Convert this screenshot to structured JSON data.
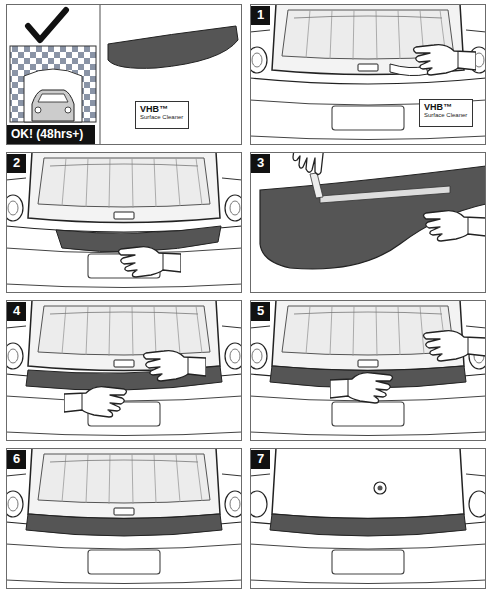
{
  "diagram": {
    "nodes": [
      {
        "text": [
          "OK! (48hrs+)"
        ]
      },
      {
        "text": [
          "VHB™",
          "Surface Cleaner"
        ],
        "in": 0
      },
      {
        "text": [
          "1"
        ]
      },
      {
        "text": [
          "VHB™",
          "Surface Cleaner"
        ],
        "in": 2
      },
      {
        "text": [
          "2"
        ]
      },
      {
        "text": [
          "3"
        ]
      },
      {
        "text": [
          "4"
        ]
      },
      {
        "text": [
          "5"
        ]
      },
      {
        "text": [
          "6"
        ]
      },
      {
        "text": [
          "7"
        ]
      }
    ]
  }
}
